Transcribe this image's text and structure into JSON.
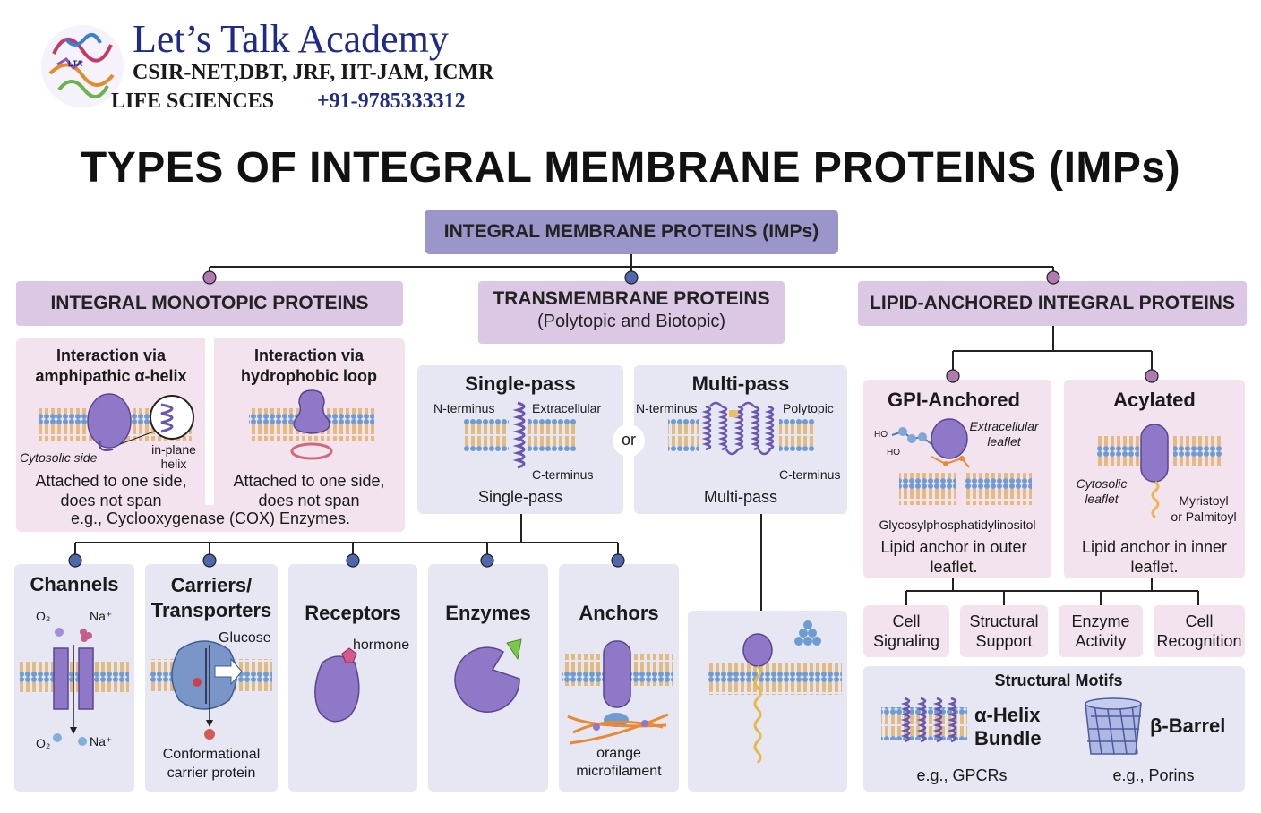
{
  "header": {
    "brand": "Let’s Talk Academy",
    "exams": "CSIR-NET,DBT, JRF, IIT-JAM, ICMR",
    "life_sciences": "LIFE SCIENCES",
    "phone": "+91-9785333312",
    "logo_text": "LTA"
  },
  "title": "TYPES OF INTEGRAL MEMBRANE PROTEINS (IMPs)",
  "root": "INTEGRAL MEMBRANE PROTEINS (IMPs)",
  "monotopic": {
    "title": "INTEGRAL MONOTOPIC PROTEINS",
    "helix": {
      "heading1": "Interaction via",
      "heading2": "amphipathic α-helix",
      "cytosolic": "Cytosolic side",
      "inplane1": "in-plane",
      "inplane2": "helix",
      "desc1": "Attached to one side,",
      "desc2": "does not span"
    },
    "loop": {
      "heading1": "Interaction via",
      "heading2": "hydrophobic loop",
      "desc1": "Attached to one side,",
      "desc2": "does not span"
    },
    "example": "e.g., Cyclooxygenase (COX) Enzymes."
  },
  "transmembrane": {
    "title": "TRANSMEMBRANE PROTEINS",
    "subtitle": "(Polytopic and Biotopic)",
    "or": "or",
    "single": {
      "heading": "Single-pass",
      "n_term": "N-terminus",
      "extracellular": "Extracellular",
      "c_term": "C-terminus",
      "caption": "Single-pass"
    },
    "multi": {
      "heading": "Multi-pass",
      "n_term": "N-terminus",
      "polytopic": "Polytopic",
      "c_term": "C-terminus",
      "caption": "Multi-pass"
    }
  },
  "functions": {
    "channels": {
      "title": "Channels",
      "o2_top": "O₂",
      "na_top": "Na⁺",
      "o2_bottom": "O₂",
      "na_bottom": "Na⁺"
    },
    "carriers": {
      "title1": "Carriers/",
      "title2": "Transporters",
      "glucose": "Glucose",
      "caption1": "Conformational",
      "caption2": "carrier protein"
    },
    "receptors": {
      "title": "Receptors",
      "hormone": "hormone"
    },
    "enzymes": {
      "title": "Enzymes"
    },
    "anchors": {
      "title": "Anchors",
      "caption1": "orange",
      "caption2": "microfilament"
    }
  },
  "lipid": {
    "title": "LIPID-ANCHORED INTEGRAL PROTEINS",
    "gpi": {
      "heading": "GPI-Anchored",
      "ho1": "HO",
      "ho2": "HO",
      "leaflet1": "Extracellular",
      "leaflet2": "leaflet",
      "glyco": "Glycosylphosphatidylinositol",
      "desc1": "Lipid anchor in outer",
      "desc2": "leaflet."
    },
    "acyl": {
      "heading": "Acylated",
      "leaflet1": "Cytosolic",
      "leaflet2": "leaflet",
      "myr1": "Myristoyl",
      "myr2": "or Palmitoyl",
      "desc1": "Lipid anchor in inner",
      "desc2": "leaflet."
    },
    "roles": [
      {
        "line1": "Cell",
        "line2": "Signaling"
      },
      {
        "line1": "Structural",
        "line2": "Support"
      },
      {
        "line1": "Enzyme",
        "line2": "Activity"
      },
      {
        "line1": "Cell",
        "line2": "Recognition"
      }
    ]
  },
  "motifs": {
    "title": "Structural Motifs",
    "helix1": "α-Helix",
    "helix2": "Bundle",
    "helix_eg": "e.g., GPCRs",
    "barrel": "β-Barrel",
    "barrel_eg": "e.g., Porins"
  },
  "colors": {
    "root_box": "#9a96c9",
    "category": "#dcc8e4",
    "panel_pink": "#f2e3ee",
    "panel_blue": "#e6e7f3",
    "protein": "#8f78c8",
    "lipid_head": "#6f9bd3",
    "lipid_tail": "#e1a84f",
    "brand": "#1f2a8a"
  }
}
